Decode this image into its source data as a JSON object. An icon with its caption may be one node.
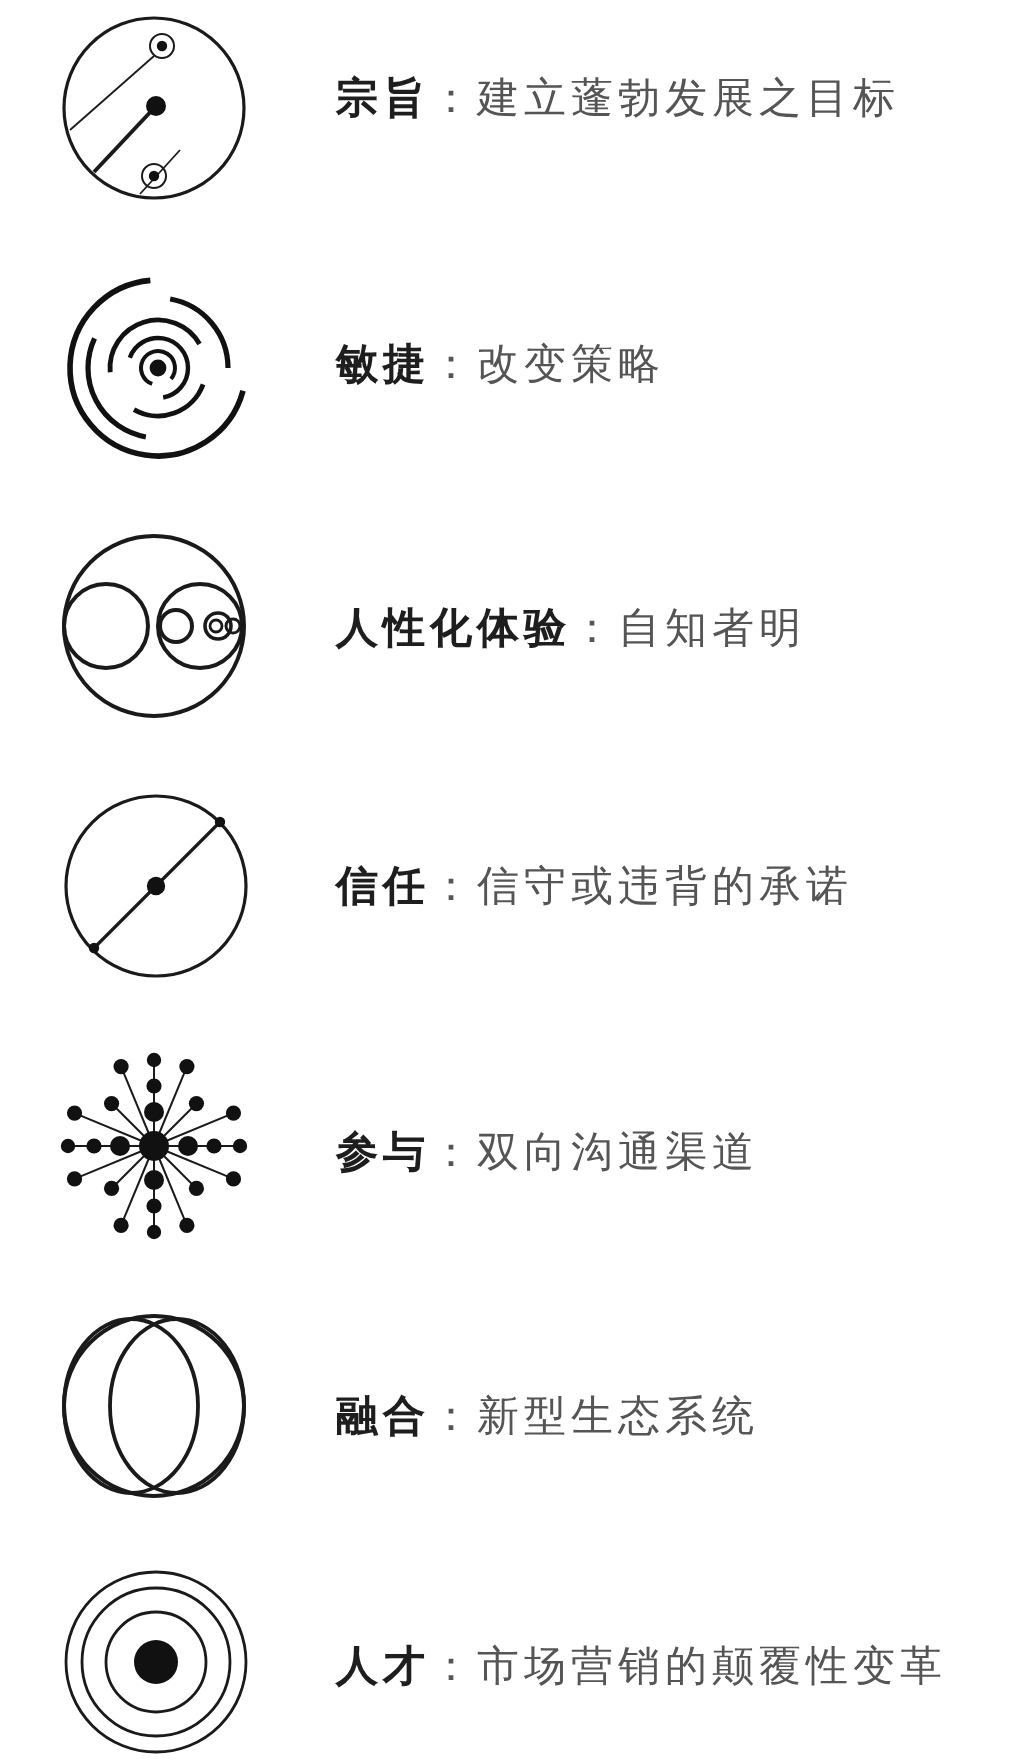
{
  "diagram": {
    "labels": [
      "**宗旨**：建立蓬勃发展之目标",
      "**敏捷**：改变策略",
      "**人性化体验**：自知者明",
      "**信任**：信守或违背的承诺",
      "**参与**：双向沟通渠道",
      "**融合**：新型生态系统",
      "**人才**：市场营销的颠覆性变革"
    ]
  }
}
